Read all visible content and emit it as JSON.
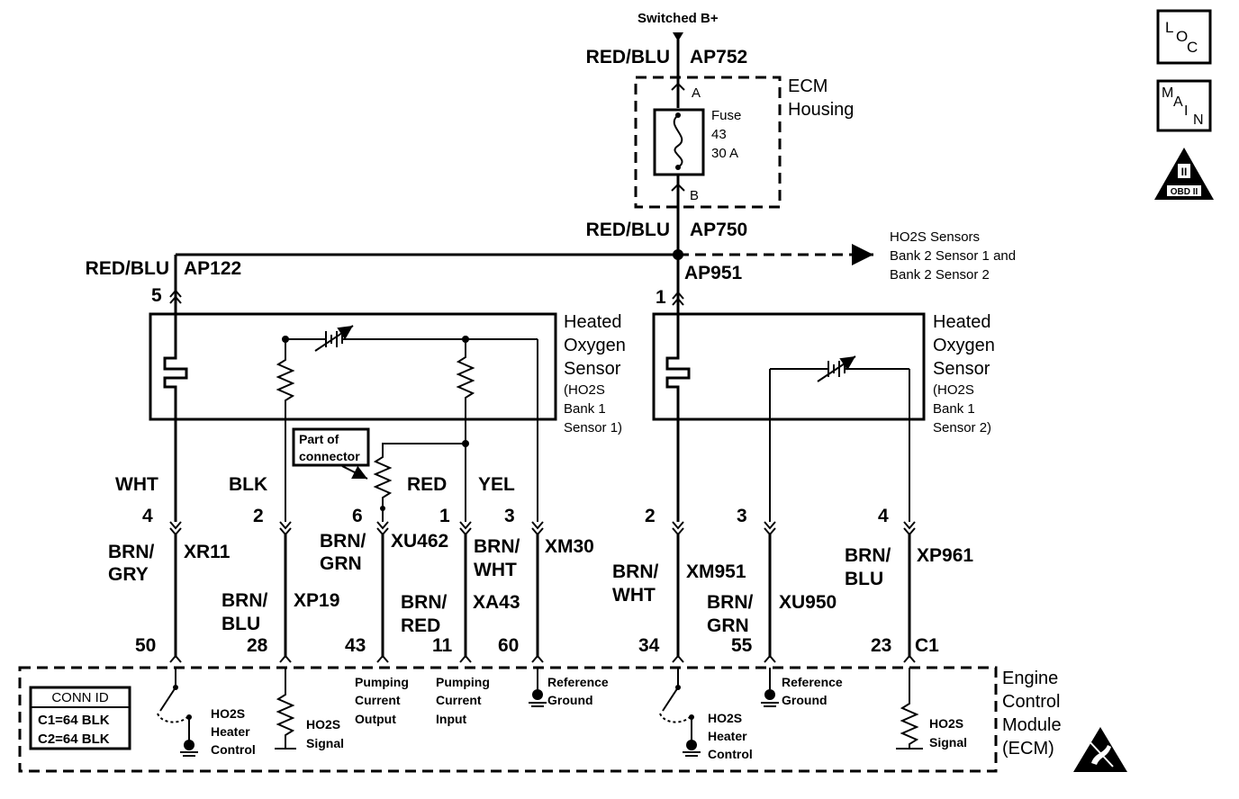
{
  "top": {
    "supply": "Switched B+",
    "wire_in": "RED/BLU",
    "circuit_in": "AP752",
    "terminal_a": "A",
    "terminal_b": "B",
    "wire_out": "RED/BLU",
    "circuit_out": "AP750"
  },
  "ecm_housing": {
    "line1": "ECM",
    "line2": "Housing"
  },
  "fuse": {
    "line1": "Fuse",
    "line2": "43",
    "line3": "30 A"
  },
  "branch_note": {
    "line1": "HO2S Sensors",
    "line2": "Bank 2 Sensor 1 and",
    "line3": "Bank 2 Sensor 2"
  },
  "left_feed": {
    "wire": "RED/BLU",
    "circuit": "AP122",
    "pin": "5"
  },
  "right_feed": {
    "circuit": "AP951",
    "pin": "1"
  },
  "sensor1": {
    "line1": "Heated",
    "line2": "Oxygen",
    "line3": "Sensor",
    "line4": "(HO2S",
    "line5": "Bank 1",
    "line6": "Sensor 1)"
  },
  "sensor2": {
    "line1": "Heated",
    "line2": "Oxygen",
    "line3": "Sensor",
    "line4": "(HO2S",
    "line5": "Bank 1",
    "line6": "Sensor 2)"
  },
  "part_of_connector": {
    "line1": "Part of",
    "line2": "connector"
  },
  "sensor1_wires": [
    {
      "color": "WHT",
      "pin": "4",
      "wire_a": "BRN/",
      "wire_b": "GRY",
      "circuit": "XR11",
      "ecm_pin": "50"
    },
    {
      "color": "BLK",
      "pin": "2",
      "wire_a": "BRN/",
      "wire_b": "BLU",
      "circuit": "XP19",
      "ecm_pin": "28"
    },
    {
      "color": "",
      "pin": "6",
      "wire_a": "BRN/",
      "wire_b": "GRN",
      "circuit": "XU462",
      "ecm_pin": "43"
    },
    {
      "color": "RED",
      "pin": "1",
      "wire_a": "BRN/",
      "wire_b": "RED",
      "circuit": "XA43",
      "ecm_pin": "11"
    },
    {
      "color": "YEL",
      "pin": "3",
      "wire_a": "BRN/",
      "wire_b": "WHT",
      "circuit": "XM30",
      "ecm_pin": "60"
    }
  ],
  "sensor2_wires": [
    {
      "pin": "2",
      "wire_a": "BRN/",
      "wire_b": "WHT",
      "circuit": "XM951",
      "ecm_pin": "34"
    },
    {
      "pin": "3",
      "wire_a": "BRN/",
      "wire_b": "GRN",
      "circuit": "XU950",
      "ecm_pin": "55"
    },
    {
      "pin": "4",
      "wire_a": "BRN/",
      "wire_b": "BLU",
      "circuit": "XP961",
      "ecm_pin": "23"
    }
  ],
  "connector": "C1",
  "ecm_labels": {
    "heater1": {
      "line1": "HO2S",
      "line2": "Heater",
      "line3": "Control"
    },
    "signal1": {
      "line1": "HO2S",
      "line2": "Signal"
    },
    "pump_out": {
      "line1": "Pumping",
      "line2": "Current",
      "line3": "Output"
    },
    "pump_in": {
      "line1": "Pumping",
      "line2": "Current",
      "line3": "Input"
    },
    "ref1": {
      "line1": "Reference",
      "line2": "Ground"
    },
    "heater2": {
      "line1": "HO2S",
      "line2": "Heater",
      "line3": "Control"
    },
    "ref2": {
      "line1": "Reference",
      "line2": "Ground"
    },
    "signal2": {
      "line1": "HO2S",
      "line2": "Signal"
    }
  },
  "ecm": {
    "line1": "Engine",
    "line2": "Control",
    "line3": "Module",
    "line4": "(ECM)"
  },
  "conn_id": {
    "title": "CONN ID",
    "c1": "C1=64 BLK",
    "c2": "C2=64 BLK"
  },
  "icons": {
    "loc": [
      "L",
      "O",
      "C"
    ],
    "main": [
      "M",
      "A",
      "I",
      "N"
    ],
    "obd_top": "II",
    "obd_bottom": "OBD II",
    "names": [
      "loc-icon",
      "main-icon",
      "obd2-icon",
      "esd-icon"
    ]
  }
}
